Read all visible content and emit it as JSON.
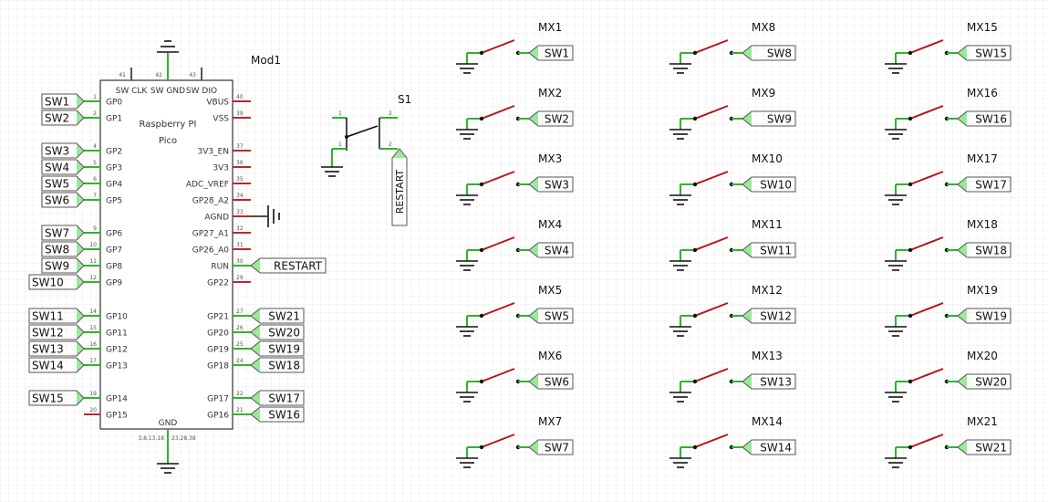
{
  "module": {
    "ref": "Mod1",
    "name_line1": "Raspberry PI",
    "name_line2": "Pico",
    "top_pins": [
      {
        "num": "41",
        "name": "SW CLK"
      },
      {
        "num": "42",
        "name": "SW GND"
      },
      {
        "num": "43",
        "name": "SW DIO"
      }
    ],
    "left_pins": [
      {
        "num": "1",
        "name": "GP0",
        "label": "SW1"
      },
      {
        "num": "2",
        "name": "GP1",
        "label": "SW2"
      },
      {
        "num": "4",
        "name": "GP2",
        "label": "SW3"
      },
      {
        "num": "5",
        "name": "GP3",
        "label": "SW4"
      },
      {
        "num": "6",
        "name": "GP4",
        "label": "SW5"
      },
      {
        "num": "7",
        "name": "GP5",
        "label": "SW6"
      },
      {
        "num": "9",
        "name": "GP6",
        "label": "SW7"
      },
      {
        "num": "10",
        "name": "GP7",
        "label": "SW8"
      },
      {
        "num": "11",
        "name": "GP8",
        "label": "SW9"
      },
      {
        "num": "12",
        "name": "GP9",
        "label": "SW10"
      },
      {
        "num": "14",
        "name": "GP10",
        "label": "SW11"
      },
      {
        "num": "15",
        "name": "GP11",
        "label": "SW12"
      },
      {
        "num": "16",
        "name": "GP12",
        "label": "SW13"
      },
      {
        "num": "17",
        "name": "GP13",
        "label": "SW14"
      },
      {
        "num": "19",
        "name": "GP14",
        "label": "SW15"
      },
      {
        "num": "20",
        "name": "GP15",
        "label": ""
      }
    ],
    "right_pins": [
      {
        "num": "40",
        "name": "VBUS",
        "label": ""
      },
      {
        "num": "39",
        "name": "VSS",
        "label": ""
      },
      {
        "num": "37",
        "name": "3V3_EN",
        "label": ""
      },
      {
        "num": "36",
        "name": "3V3",
        "label": ""
      },
      {
        "num": "35",
        "name": "ADC_VREF",
        "label": ""
      },
      {
        "num": "34",
        "name": "GP28_A2",
        "label": ""
      },
      {
        "num": "33",
        "name": "AGND",
        "label": ""
      },
      {
        "num": "32",
        "name": "GP27_A1",
        "label": ""
      },
      {
        "num": "31",
        "name": "GP26_A0",
        "label": ""
      },
      {
        "num": "30",
        "name": "RUN",
        "label": "RESTART"
      },
      {
        "num": "29",
        "name": "GP22",
        "label": ""
      },
      {
        "num": "27",
        "name": "GP21",
        "label": "SW21"
      },
      {
        "num": "26",
        "name": "GP20",
        "label": "SW20"
      },
      {
        "num": "25",
        "name": "GP19",
        "label": "SW19"
      },
      {
        "num": "24",
        "name": "GP18",
        "label": "SW18"
      },
      {
        "num": "22",
        "name": "GP17",
        "label": "SW17"
      },
      {
        "num": "21",
        "name": "GP16",
        "label": "SW16"
      }
    ],
    "gnd_name": "GND",
    "gnd_pins_left": "3,8,13,18",
    "gnd_pins_right": "23,28,38"
  },
  "reset_switch": {
    "ref": "S1",
    "pin1": "1",
    "pin2": "2",
    "pin3": "1",
    "pin4": "2",
    "label": "RESTART"
  },
  "switches": [
    {
      "ref": "MX1",
      "label": "SW1"
    },
    {
      "ref": "MX2",
      "label": "SW2"
    },
    {
      "ref": "MX3",
      "label": "SW3"
    },
    {
      "ref": "MX4",
      "label": "SW4"
    },
    {
      "ref": "MX5",
      "label": "SW5"
    },
    {
      "ref": "MX6",
      "label": "SW6"
    },
    {
      "ref": "MX7",
      "label": "SW7"
    },
    {
      "ref": "MX8",
      "label": "SW8"
    },
    {
      "ref": "MX9",
      "label": "SW9"
    },
    {
      "ref": "MX10",
      "label": "SW10"
    },
    {
      "ref": "MX11",
      "label": "SW11"
    },
    {
      "ref": "MX12",
      "label": "SW12"
    },
    {
      "ref": "MX13",
      "label": "SW13"
    },
    {
      "ref": "MX14",
      "label": "SW14"
    },
    {
      "ref": "MX15",
      "label": "SW15"
    },
    {
      "ref": "MX16",
      "label": "SW16"
    },
    {
      "ref": "MX17",
      "label": "SW17"
    },
    {
      "ref": "MX18",
      "label": "SW18"
    },
    {
      "ref": "MX19",
      "label": "SW19"
    },
    {
      "ref": "MX20",
      "label": "SW20"
    },
    {
      "ref": "MX21",
      "label": "SW21"
    }
  ],
  "colors": {
    "grid": "#e4e4e4",
    "wire": "#2db52d",
    "pin_stub": "#c0252a",
    "label_fill": "#ffffff",
    "label_tab": "#9be89b",
    "ink": "#111111",
    "switch_arm": "#b8141c"
  }
}
